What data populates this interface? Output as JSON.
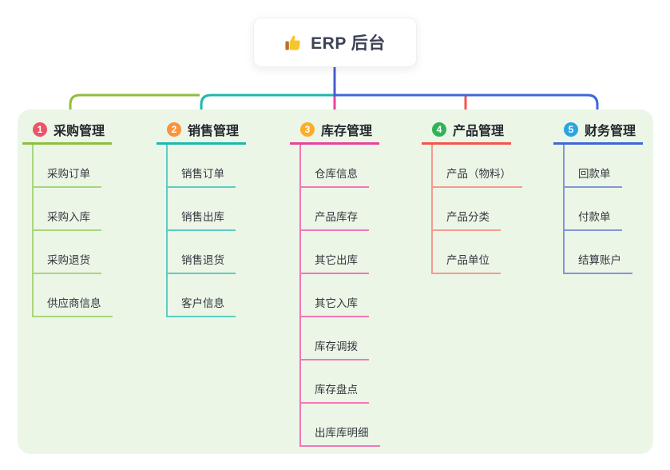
{
  "root": {
    "label": "ERP 后台",
    "icon": "thumbs-up-icon",
    "icon_colors": {
      "hand": "#f8c62c",
      "sleeve": "#b5722a"
    },
    "connector_color": "#4a5bd0"
  },
  "panel": {
    "background": "#ebf6e7"
  },
  "branches": [
    {
      "num": "1",
      "label": "采购管理",
      "badge_color": "#ee5368",
      "main_color": "#8fbe3f",
      "light_color": "#a9d67d",
      "children": [
        "采购订单",
        "采购入库",
        "采购退货",
        "供应商信息"
      ]
    },
    {
      "num": "2",
      "label": "销售管理",
      "badge_color": "#f9933d",
      "main_color": "#1cb8b0",
      "light_color": "#5eccc2",
      "children": [
        "销售订单",
        "销售出库",
        "销售退货",
        "客户信息"
      ]
    },
    {
      "num": "3",
      "label": "库存管理",
      "badge_color": "#ffac26",
      "main_color": "#e8439a",
      "light_color": "#f277b7",
      "children": [
        "仓库信息",
        "产品库存",
        "其它出库",
        "其它入库",
        "库存调拨",
        "库存盘点",
        "出库库明细"
      ]
    },
    {
      "num": "4",
      "label": "产品管理",
      "badge_color": "#2fb457",
      "main_color": "#f4544d",
      "light_color": "#f79a90",
      "children": [
        "产品（物料）",
        "产品分类",
        "产品单位"
      ]
    },
    {
      "num": "5",
      "label": "财务管理",
      "badge_color": "#2aa5e0",
      "main_color": "#3e68d8",
      "light_color": "#8296d8",
      "children": [
        "回款单",
        "付款单",
        "结算账户"
      ]
    }
  ]
}
